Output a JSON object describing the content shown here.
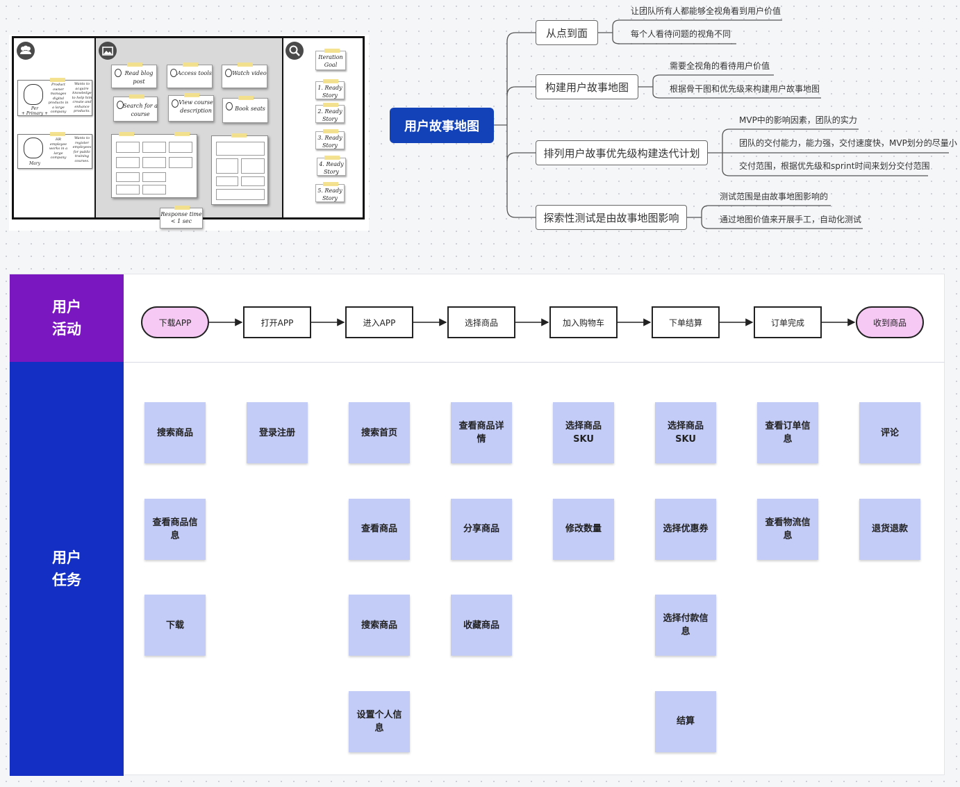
{
  "sketch": {
    "icons": {
      "personas": "users-icon",
      "image": "image-icon",
      "search": "search-icon"
    },
    "personas": [
      {
        "name": "Per",
        "subtitle": "+ Primary +",
        "who": "Product owner manages digital products in a large company",
        "wants": "Wants to acquire knowledge to help him create and enhance products."
      },
      {
        "name": "Mary",
        "subtitle": "",
        "who": "HR employee works in a large company",
        "wants": "Wants to register employees for public training courses."
      }
    ],
    "activity_cards": [
      "Read blog post",
      "Access tools",
      "Watch video",
      "Search for a course",
      "View course description",
      "Book seats"
    ],
    "response_note": "Response time < 1 sec",
    "iteration_goal": "Iteration Goal",
    "stories": [
      "1. Ready Story",
      "2. Ready Story",
      "3. Ready Story",
      "4. Ready Story",
      "5. Ready Story"
    ]
  },
  "mindmap": {
    "root": "用户故事地图",
    "branches": [
      {
        "label": "从点到面",
        "children": [
          "让团队所有人都能够全视角看到用户价值",
          "每个人看待问题的视角不同"
        ]
      },
      {
        "label": "构建用户故事地图",
        "children": [
          "需要全视角的看待用户价值",
          "根据骨干图和优先级来构建用户故事地图"
        ]
      },
      {
        "label": "排列用户故事优先级构建迭代计划",
        "children": [
          "MVP中的影响因素，团队的实力",
          "团队的交付能力，能力强，交付速度快，MVP划分的尽量小",
          "交付范围，根据优先级和sprint时间来划分交付范围"
        ]
      },
      {
        "label": "探索性测试是由故事地图影响",
        "children": [
          "测试范围是由故事地图影响的",
          "通过地图价值来开展手工，自动化测试"
        ]
      }
    ]
  },
  "story_map": {
    "lanes": {
      "activities": "用户\n活动",
      "tasks": "用户\n任务"
    },
    "activities": [
      "下载APP",
      "打开APP",
      "进入APP",
      "选择商品",
      "加入购物车",
      "下单结算",
      "订单完成",
      "收到商品"
    ],
    "tasks": [
      [
        "搜索商品",
        "查看商品信息",
        "下载"
      ],
      [
        "登录注册"
      ],
      [
        "搜索首页",
        "查看商品",
        "搜索商品",
        "设置个人信息"
      ],
      [
        "查看商品详情",
        "分享商品",
        "收藏商品"
      ],
      [
        "选择商品SKU",
        "修改数量"
      ],
      [
        "选择商品SKU",
        "选择优惠券",
        "选择付款信息",
        "结算"
      ],
      [
        "查看订单信息",
        "查看物流信息"
      ],
      [
        "评论",
        "退货退款"
      ]
    ],
    "colors": {
      "activity_lane": "#7b17c0",
      "task_lane": "#1430c4",
      "sticky": "#c3cbf7",
      "terminal": "#f6c9f4"
    }
  }
}
